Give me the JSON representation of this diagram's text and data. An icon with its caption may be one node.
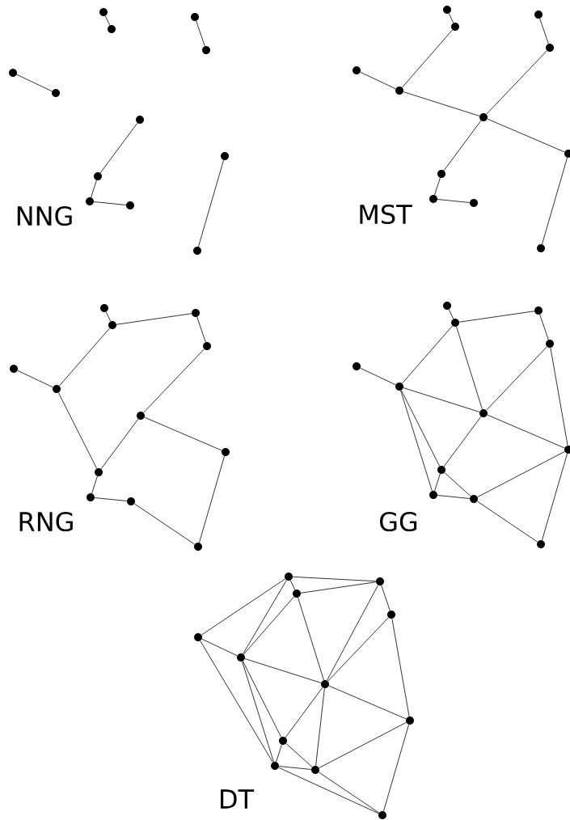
{
  "diagram": {
    "nodes": [
      {
        "text": [],
        "shape": "circle"
      },
      {
        "text": [],
        "shape": "circle"
      },
      {
        "text": [],
        "shape": "circle"
      },
      {
        "text": [],
        "shape": "circle"
      },
      {
        "text": [],
        "shape": "circle"
      },
      {
        "text": [],
        "shape": "circle"
      },
      {
        "text": [],
        "shape": "circle"
      },
      {
        "text": [],
        "shape": "circle"
      },
      {
        "text": [],
        "shape": "circle"
      },
      {
        "text": [],
        "shape": "circle"
      },
      {
        "text": [],
        "shape": "circle"
      },
      {
        "text": [],
        "shape": "circle"
      },
      {
        "text": [],
        "shape": "circle"
      },
      {
        "text": [],
        "shape": "circle"
      },
      {
        "text": [],
        "shape": "circle"
      },
      {
        "text": [],
        "shape": "circle"
      },
      {
        "text": [],
        "shape": "circle"
      },
      {
        "text": [],
        "shape": "circle"
      },
      {
        "text": [],
        "shape": "circle"
      },
      {
        "text": [],
        "shape": "circle"
      },
      {
        "text": [],
        "shape": "circle"
      },
      {
        "text": [],
        "shape": "circle"
      },
      {
        "text": [],
        "shape": "circle"
      },
      {
        "text": [],
        "shape": "circle"
      },
      {
        "text": [],
        "shape": "circle"
      },
      {
        "text": [],
        "shape": "circle"
      },
      {
        "text": [],
        "shape": "circle"
      },
      {
        "text": [],
        "shape": "circle"
      },
      {
        "text": [],
        "shape": "circle"
      },
      {
        "text": [],
        "shape": "circle"
      },
      {
        "text": [],
        "shape": "circle"
      },
      {
        "text": [],
        "shape": "circle"
      },
      {
        "text": [],
        "shape": "circle"
      },
      {
        "text": [],
        "shape": "circle"
      },
      {
        "text": [],
        "shape": "circle"
      },
      {
        "text": [],
        "shape": "circle"
      },
      {
        "text": [],
        "shape": "circle"
      },
      {
        "text": [],
        "shape": "circle"
      },
      {
        "text": [],
        "shape": "circle"
      },
      {
        "text": [],
        "shape": "circle"
      },
      {
        "text": [],
        "shape": "circle"
      },
      {
        "text": [],
        "shape": "circle"
      },
      {
        "text": [],
        "shape": "circle"
      },
      {
        "text": [],
        "shape": "circle"
      },
      {
        "text": [],
        "shape": "circle"
      },
      {
        "text": [],
        "shape": "circle"
      },
      {
        "text": [],
        "shape": "circle"
      },
      {
        "text": [],
        "shape": "circle"
      },
      {
        "text": [],
        "shape": "circle"
      },
      {
        "text": [],
        "shape": "circle"
      },
      {
        "text": [],
        "shape": "circle"
      },
      {
        "text": [],
        "shape": "circle"
      },
      {
        "text": [],
        "shape": "circle"
      },
      {
        "text": [],
        "shape": "circle"
      },
      {
        "text": [],
        "shape": "circle"
      },
      {
        "text": [],
        "shape": "circle"
      },
      {
        "text": [],
        "shape": "circle"
      },
      {
        "text": [],
        "shape": "circle"
      },
      {
        "text": [],
        "shape": "circle"
      },
      {
        "text": [],
        "shape": "circle"
      }
    ],
    "edges": [
      {
        "from": 0,
        "to": 1,
        "arrow": "none"
      },
      {
        "from": 2,
        "to": 3,
        "arrow": "none"
      },
      {
        "from": 4,
        "to": 5,
        "arrow": "none"
      },
      {
        "from": 6,
        "to": 7,
        "arrow": "none"
      },
      {
        "from": 7,
        "to": 8,
        "arrow": "none"
      },
      {
        "from": 8,
        "to": 9,
        "arrow": "none"
      },
      {
        "from": 10,
        "to": 11,
        "arrow": "none"
      },
      {
        "from": 12,
        "to": 13,
        "arrow": "none"
      },
      {
        "from": 14,
        "to": 15,
        "arrow": "none"
      },
      {
        "from": 16,
        "to": 17,
        "arrow": "none"
      },
      {
        "from": 13,
        "to": 17,
        "arrow": "none"
      },
      {
        "from": 17,
        "to": 18,
        "arrow": "none"
      },
      {
        "from": 15,
        "to": 18,
        "arrow": "none"
      },
      {
        "from": 18,
        "to": 19,
        "arrow": "none"
      },
      {
        "from": 19,
        "to": 20,
        "arrow": "none"
      },
      {
        "from": 20,
        "to": 21,
        "arrow": "none"
      },
      {
        "from": 18,
        "to": 22,
        "arrow": "none"
      },
      {
        "from": 22,
        "to": 23,
        "arrow": "none"
      },
      {
        "from": 24,
        "to": 25,
        "arrow": "none"
      },
      {
        "from": 25,
        "to": 26,
        "arrow": "none"
      },
      {
        "from": 26,
        "to": 27,
        "arrow": "none"
      },
      {
        "from": 28,
        "to": 29,
        "arrow": "none"
      },
      {
        "from": 25,
        "to": 29,
        "arrow": "none"
      },
      {
        "from": 29,
        "to": 31,
        "arrow": "none"
      },
      {
        "from": 27,
        "to": 30,
        "arrow": "none"
      },
      {
        "from": 30,
        "to": 31,
        "arrow": "none"
      },
      {
        "from": 31,
        "to": 32,
        "arrow": "none"
      },
      {
        "from": 32,
        "to": 33,
        "arrow": "none"
      },
      {
        "from": 33,
        "to": 35,
        "arrow": "none"
      },
      {
        "from": 30,
        "to": 34,
        "arrow": "none"
      },
      {
        "from": 34,
        "to": 35,
        "arrow": "none"
      },
      {
        "from": 36,
        "to": 37,
        "arrow": "none"
      },
      {
        "from": 37,
        "to": 38,
        "arrow": "none"
      },
      {
        "from": 38,
        "to": 39,
        "arrow": "none"
      },
      {
        "from": 40,
        "to": 41,
        "arrow": "none"
      },
      {
        "from": 37,
        "to": 41,
        "arrow": "none"
      },
      {
        "from": 37,
        "to": 42,
        "arrow": "none"
      },
      {
        "from": 41,
        "to": 42,
        "arrow": "none"
      },
      {
        "from": 39,
        "to": 42,
        "arrow": "none"
      },
      {
        "from": 39,
        "to": 46,
        "arrow": "none"
      },
      {
        "from": 42,
        "to": 46,
        "arrow": "none"
      },
      {
        "from": 42,
        "to": 43,
        "arrow": "none"
      },
      {
        "from": 41,
        "to": 43,
        "arrow": "none"
      },
      {
        "from": 41,
        "to": 44,
        "arrow": "none"
      },
      {
        "from": 43,
        "to": 44,
        "arrow": "none"
      },
      {
        "from": 43,
        "to": 45,
        "arrow": "none"
      },
      {
        "from": 44,
        "to": 45,
        "arrow": "none"
      },
      {
        "from": 45,
        "to": 46,
        "arrow": "none"
      },
      {
        "from": 45,
        "to": 47,
        "arrow": "none"
      },
      {
        "from": 46,
        "to": 47,
        "arrow": "none"
      },
      {
        "from": 48,
        "to": 50,
        "arrow": "none"
      },
      {
        "from": 48,
        "to": 52,
        "arrow": "none"
      },
      {
        "from": 48,
        "to": 53,
        "arrow": "none"
      },
      {
        "from": 48,
        "to": 49,
        "arrow": "none"
      },
      {
        "from": 49,
        "to": 50,
        "arrow": "none"
      },
      {
        "from": 50,
        "to": 51,
        "arrow": "none"
      },
      {
        "from": 52,
        "to": 53,
        "arrow": "none"
      },
      {
        "from": 49,
        "to": 53,
        "arrow": "none"
      },
      {
        "from": 49,
        "to": 54,
        "arrow": "none"
      },
      {
        "from": 50,
        "to": 54,
        "arrow": "none"
      },
      {
        "from": 51,
        "to": 54,
        "arrow": "none"
      },
      {
        "from": 53,
        "to": 54,
        "arrow": "none"
      },
      {
        "from": 51,
        "to": 58,
        "arrow": "none"
      },
      {
        "from": 54,
        "to": 58,
        "arrow": "none"
      },
      {
        "from": 52,
        "to": 56,
        "arrow": "none"
      },
      {
        "from": 53,
        "to": 55,
        "arrow": "none"
      },
      {
        "from": 53,
        "to": 56,
        "arrow": "none"
      },
      {
        "from": 54,
        "to": 55,
        "arrow": "none"
      },
      {
        "from": 54,
        "to": 57,
        "arrow": "none"
      },
      {
        "from": 55,
        "to": 56,
        "arrow": "none"
      },
      {
        "from": 55,
        "to": 57,
        "arrow": "none"
      },
      {
        "from": 56,
        "to": 57,
        "arrow": "none"
      },
      {
        "from": 57,
        "to": 58,
        "arrow": "none"
      },
      {
        "from": 57,
        "to": 59,
        "arrow": "none"
      },
      {
        "from": 56,
        "to": 59,
        "arrow": "none"
      },
      {
        "from": 58,
        "to": 59,
        "arrow": "none"
      }
    ],
    "labels": [
      "NNG",
      "MST",
      "RNG",
      "GG",
      "DT"
    ]
  }
}
